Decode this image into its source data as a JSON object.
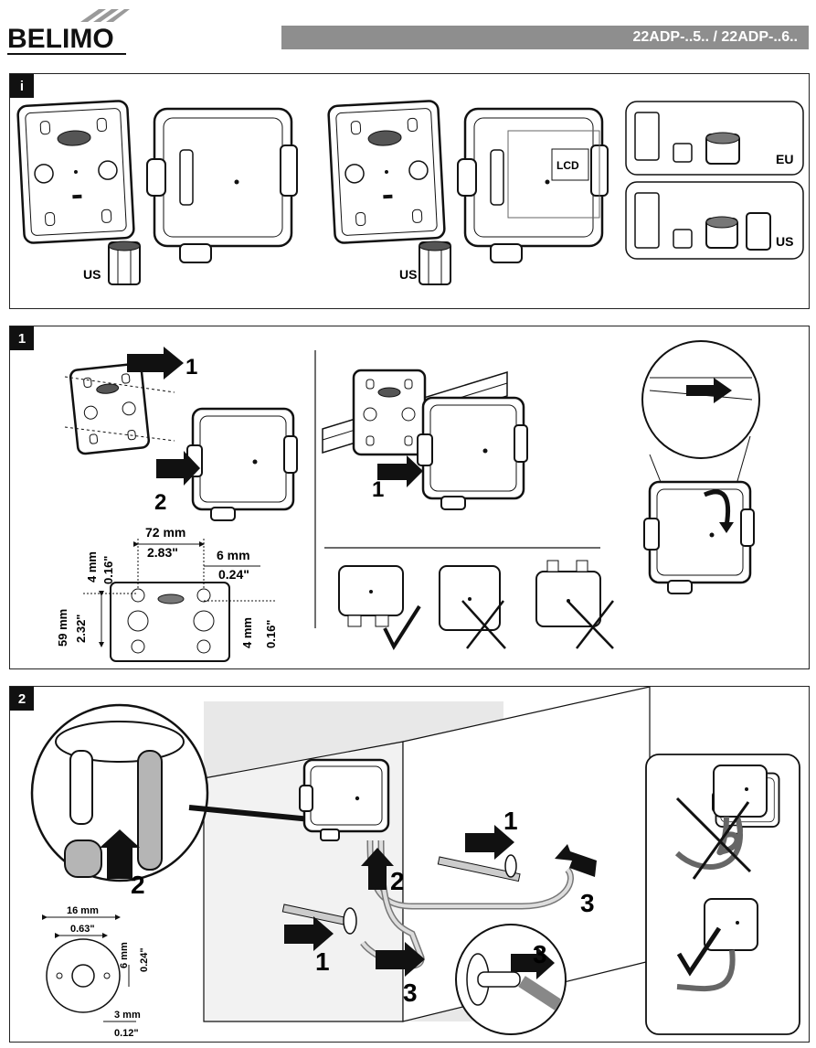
{
  "header": {
    "brand": "BELIMO",
    "model": "22ADP-..5.. / 22ADP-..6.."
  },
  "panel_info": {
    "tag": "i",
    "labels": {
      "us_left": "US",
      "us_right": "US",
      "lcd": "LCD",
      "eu": "EU",
      "us_kit": "US"
    }
  },
  "panel_1": {
    "tag": "1",
    "steps": {
      "screw_step": "1",
      "mount_step": "2",
      "rail_step": "1"
    },
    "dims": {
      "hole_spacing_mm": "72 mm",
      "hole_spacing_in": "2.83\"",
      "edge_mm": "6 mm",
      "edge_in": "0.24\"",
      "top_gap_mm": "4 mm",
      "top_gap_in": "0.16\"",
      "height_mm": "59 mm",
      "height_in": "2.32\"",
      "bottom_gap_mm": "4 mm",
      "bottom_gap_in": "0.16\""
    }
  },
  "panel_2": {
    "tag": "2",
    "steps": {
      "a": "2",
      "b": "1",
      "c": "2",
      "d": "1",
      "e": "3",
      "f": "3",
      "g": "3"
    },
    "dims": {
      "outer_mm": "16 mm",
      "outer_in": "0.63\"",
      "inner_mm": "6 mm",
      "inner_in": "0.24\"",
      "hole_mm": "3 mm",
      "hole_in": "0.12\""
    }
  }
}
